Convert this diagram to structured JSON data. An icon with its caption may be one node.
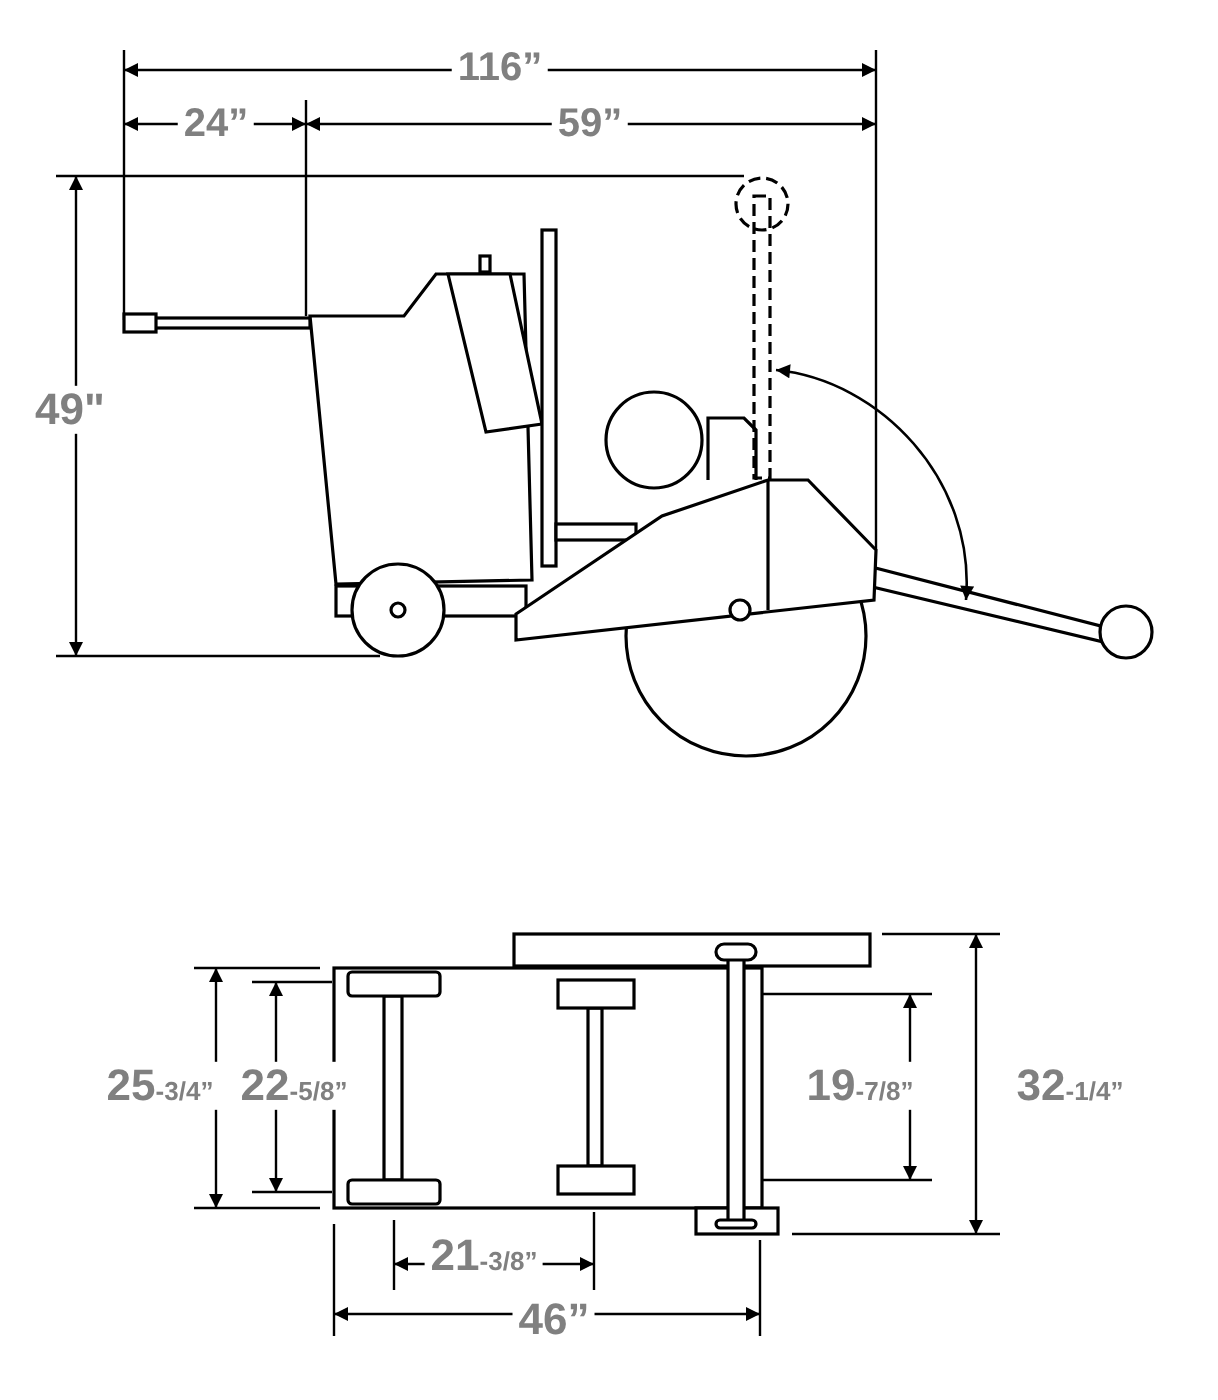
{
  "diagram": {
    "labels": [
      "116”",
      "24”",
      "59”",
      "49\"",
      "25$_{-3/4”}$",
      "22$_{-5/8”}$",
      "19$_{-7/8”}$",
      "32$_{-1/4”}$",
      "21$_{-3/8”}$",
      "46”"
    ]
  }
}
